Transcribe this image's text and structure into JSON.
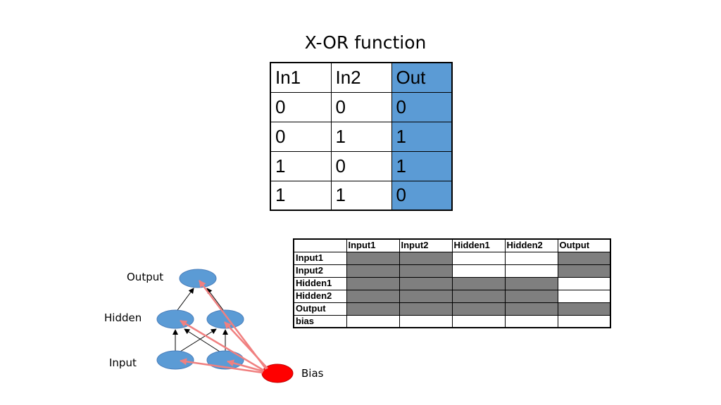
{
  "title": "X-OR function",
  "xor_table": {
    "header": [
      "In1",
      "In2",
      "Out"
    ],
    "rows": [
      [
        "0",
        "0",
        "0"
      ],
      [
        "0",
        "1",
        "1"
      ],
      [
        "1",
        "0",
        "1"
      ],
      [
        "1",
        "1",
        "0"
      ]
    ],
    "highlight_color": "#5b9bd5"
  },
  "connection_table": {
    "columns": [
      "Input1",
      "Input2",
      "Hidden1",
      "Hidden2",
      "Output"
    ],
    "rows": [
      {
        "label": "Input1",
        "shaded": [
          true,
          true,
          false,
          false,
          true
        ]
      },
      {
        "label": "Input2",
        "shaded": [
          true,
          true,
          false,
          false,
          true
        ]
      },
      {
        "label": "Hidden1",
        "shaded": [
          true,
          true,
          true,
          true,
          false
        ]
      },
      {
        "label": "Hidden2",
        "shaded": [
          true,
          true,
          true,
          true,
          false
        ]
      },
      {
        "label": "Output",
        "shaded": [
          true,
          true,
          true,
          true,
          true
        ]
      },
      {
        "label": "bias",
        "shaded": [
          false,
          false,
          false,
          false,
          false
        ]
      }
    ],
    "shade_color": "#7f7f7f"
  },
  "network": {
    "labels": {
      "output": "Output",
      "hidden": "Hidden",
      "input": "Input",
      "bias": "Bias"
    },
    "node_color": "#5b9bd5",
    "bias_color": "#ff0000",
    "bias_edge_color": "#f08080"
  }
}
